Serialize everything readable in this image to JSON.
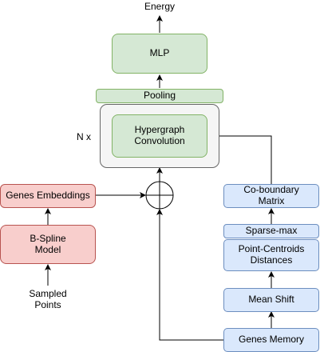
{
  "diagram": {
    "output_label": "Energy",
    "mlp_label": "MLP",
    "pooling_label": "Pooling",
    "repeat_label": "N x",
    "hypergraph_label": "Hypergraph\nConvolution",
    "genes_embeddings_label": "Genes Embeddings",
    "bspline_label": "B-Spline\nModel",
    "sampled_points_label": "Sampled\nPoints",
    "coboundary_label": "Co-boundary\nMatrix",
    "sparsemax_label": "Sparse-max",
    "point_centroids_label": "Point-Centroids\nDistances",
    "mean_shift_label": "Mean Shift",
    "genes_memory_label": "Genes Memory",
    "operator_symbol": "⊕"
  },
  "colors": {
    "green_fill": "#d5e8d4",
    "green_stroke": "#82b366",
    "red_fill": "#f8cecc",
    "red_stroke": "#b85450",
    "blue_fill": "#dae8fc",
    "blue_stroke": "#6c8ebf",
    "gray_fill": "#f5f5f5",
    "gray_stroke": "#666666"
  }
}
